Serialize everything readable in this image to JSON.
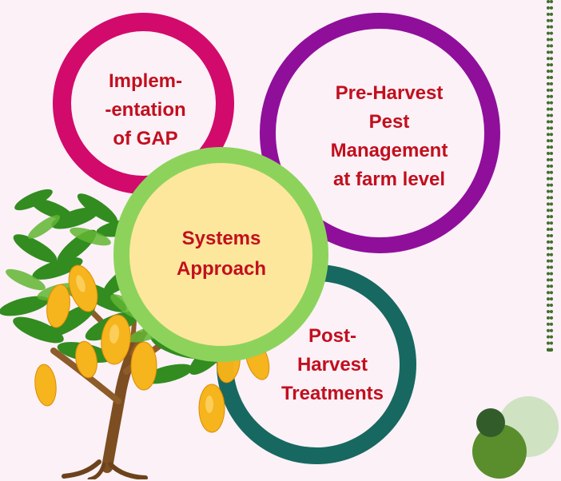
{
  "diagram": {
    "center": {
      "lines": [
        "Systems",
        "Approach"
      ]
    },
    "gap": {
      "lines": [
        "Implem-",
        "-entation",
        "of GAP"
      ]
    },
    "pre_harvest": {
      "lines": [
        "Pre-Harvest",
        "Pest",
        "Management",
        "at farm level"
      ]
    },
    "post_harvest": {
      "lines": [
        "Post-",
        "Harvest",
        "Treatments"
      ]
    }
  },
  "colors": {
    "background": "#fbf1f7",
    "gap_ring": "#d20a6c",
    "pre_harvest_ring": "#8f0f9b",
    "post_harvest_ring": "#176860",
    "center_border": "#8dd35b",
    "center_fill": "#fde79c",
    "text": "#c20f1e",
    "accent_green": "#3f6f2b"
  },
  "icons": {
    "tree": "mango-tree-icon",
    "decor": "decorative-circles-icon"
  }
}
